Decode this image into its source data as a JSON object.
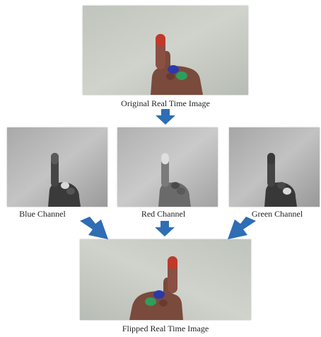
{
  "captions": {
    "original": "Original Real Time Image",
    "blue": "Blue Channel",
    "red": "Red Channel",
    "green": "Green Channel",
    "flipped": "Flipped Real Time Image"
  },
  "colors": {
    "arrow": "#2f6db5",
    "wall": "#c8ccc6",
    "hand": "#7a4a3c",
    "red_marker": "#c0392b",
    "blue_marker": "#2a3aa8",
    "green_marker": "#2e9e5b"
  }
}
